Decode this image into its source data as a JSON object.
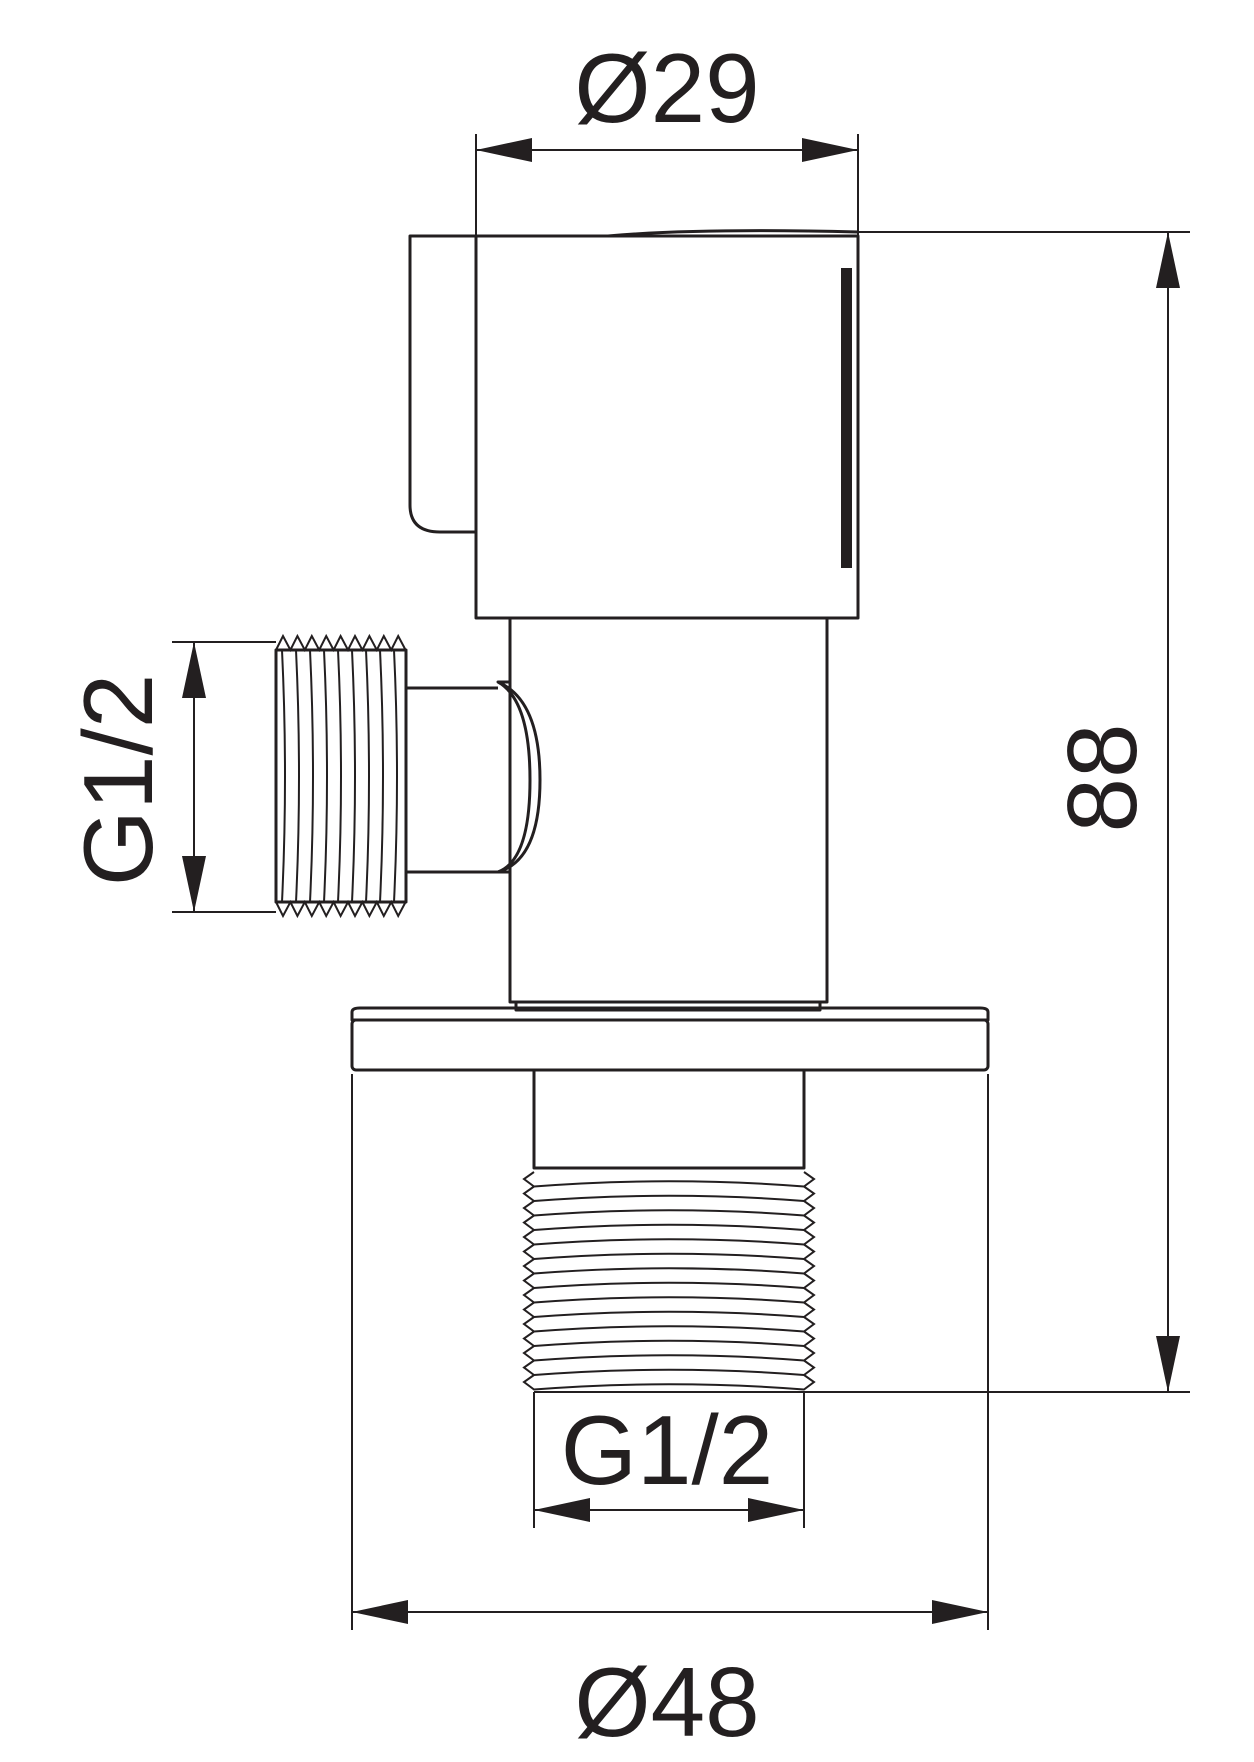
{
  "drawing": {
    "dimensions": {
      "top_width": "Ø29",
      "height": "88",
      "side_thread": "G1/2",
      "bottom_thread": "G1/2",
      "flange_width": "Ø48"
    }
  }
}
